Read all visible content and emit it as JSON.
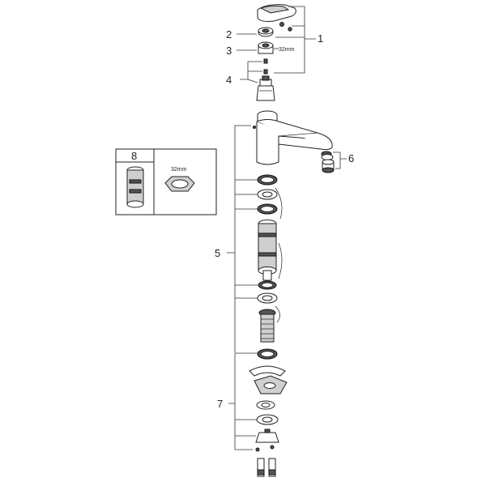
{
  "callouts": {
    "c1": "1",
    "c2": "2",
    "c3": "3",
    "c4": "4",
    "c5": "5",
    "c6": "6",
    "c7": "7",
    "c8": "8"
  },
  "dimension_top": "32mm",
  "inset_dimension": "32mm"
}
